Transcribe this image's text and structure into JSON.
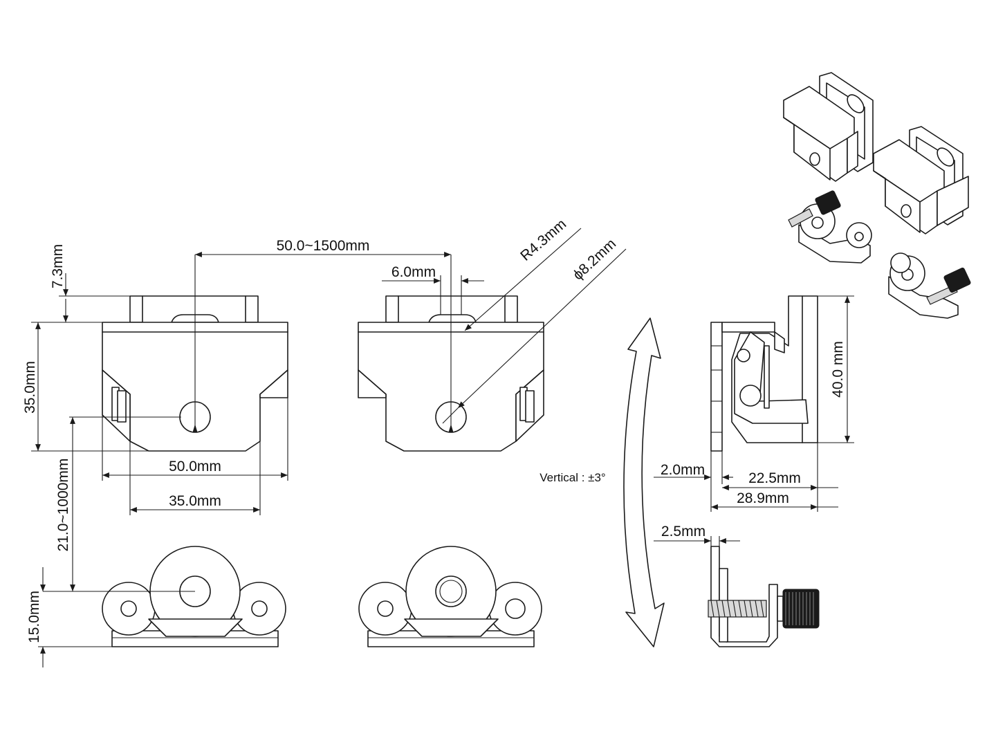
{
  "dimensions": {
    "pitch": "50.0~1500mm",
    "height_top": "7.3mm",
    "height_body": "35.0mm",
    "vertical_range": "21.0~1000mm",
    "height_bottom": "15.0mm",
    "width_outer": "50.0mm",
    "width_inner": "35.0mm",
    "slot": "6.0mm",
    "radius": "R4.3mm",
    "diameter": "ϕ8.2mm",
    "side_height": "40.0 mm",
    "wall": "2.0mm",
    "depth_inner": "22.5mm",
    "depth_outer": "28.9mm",
    "plate": "2.5mm"
  },
  "notes": {
    "vertical_adjust": "Vertical : ±3°"
  }
}
